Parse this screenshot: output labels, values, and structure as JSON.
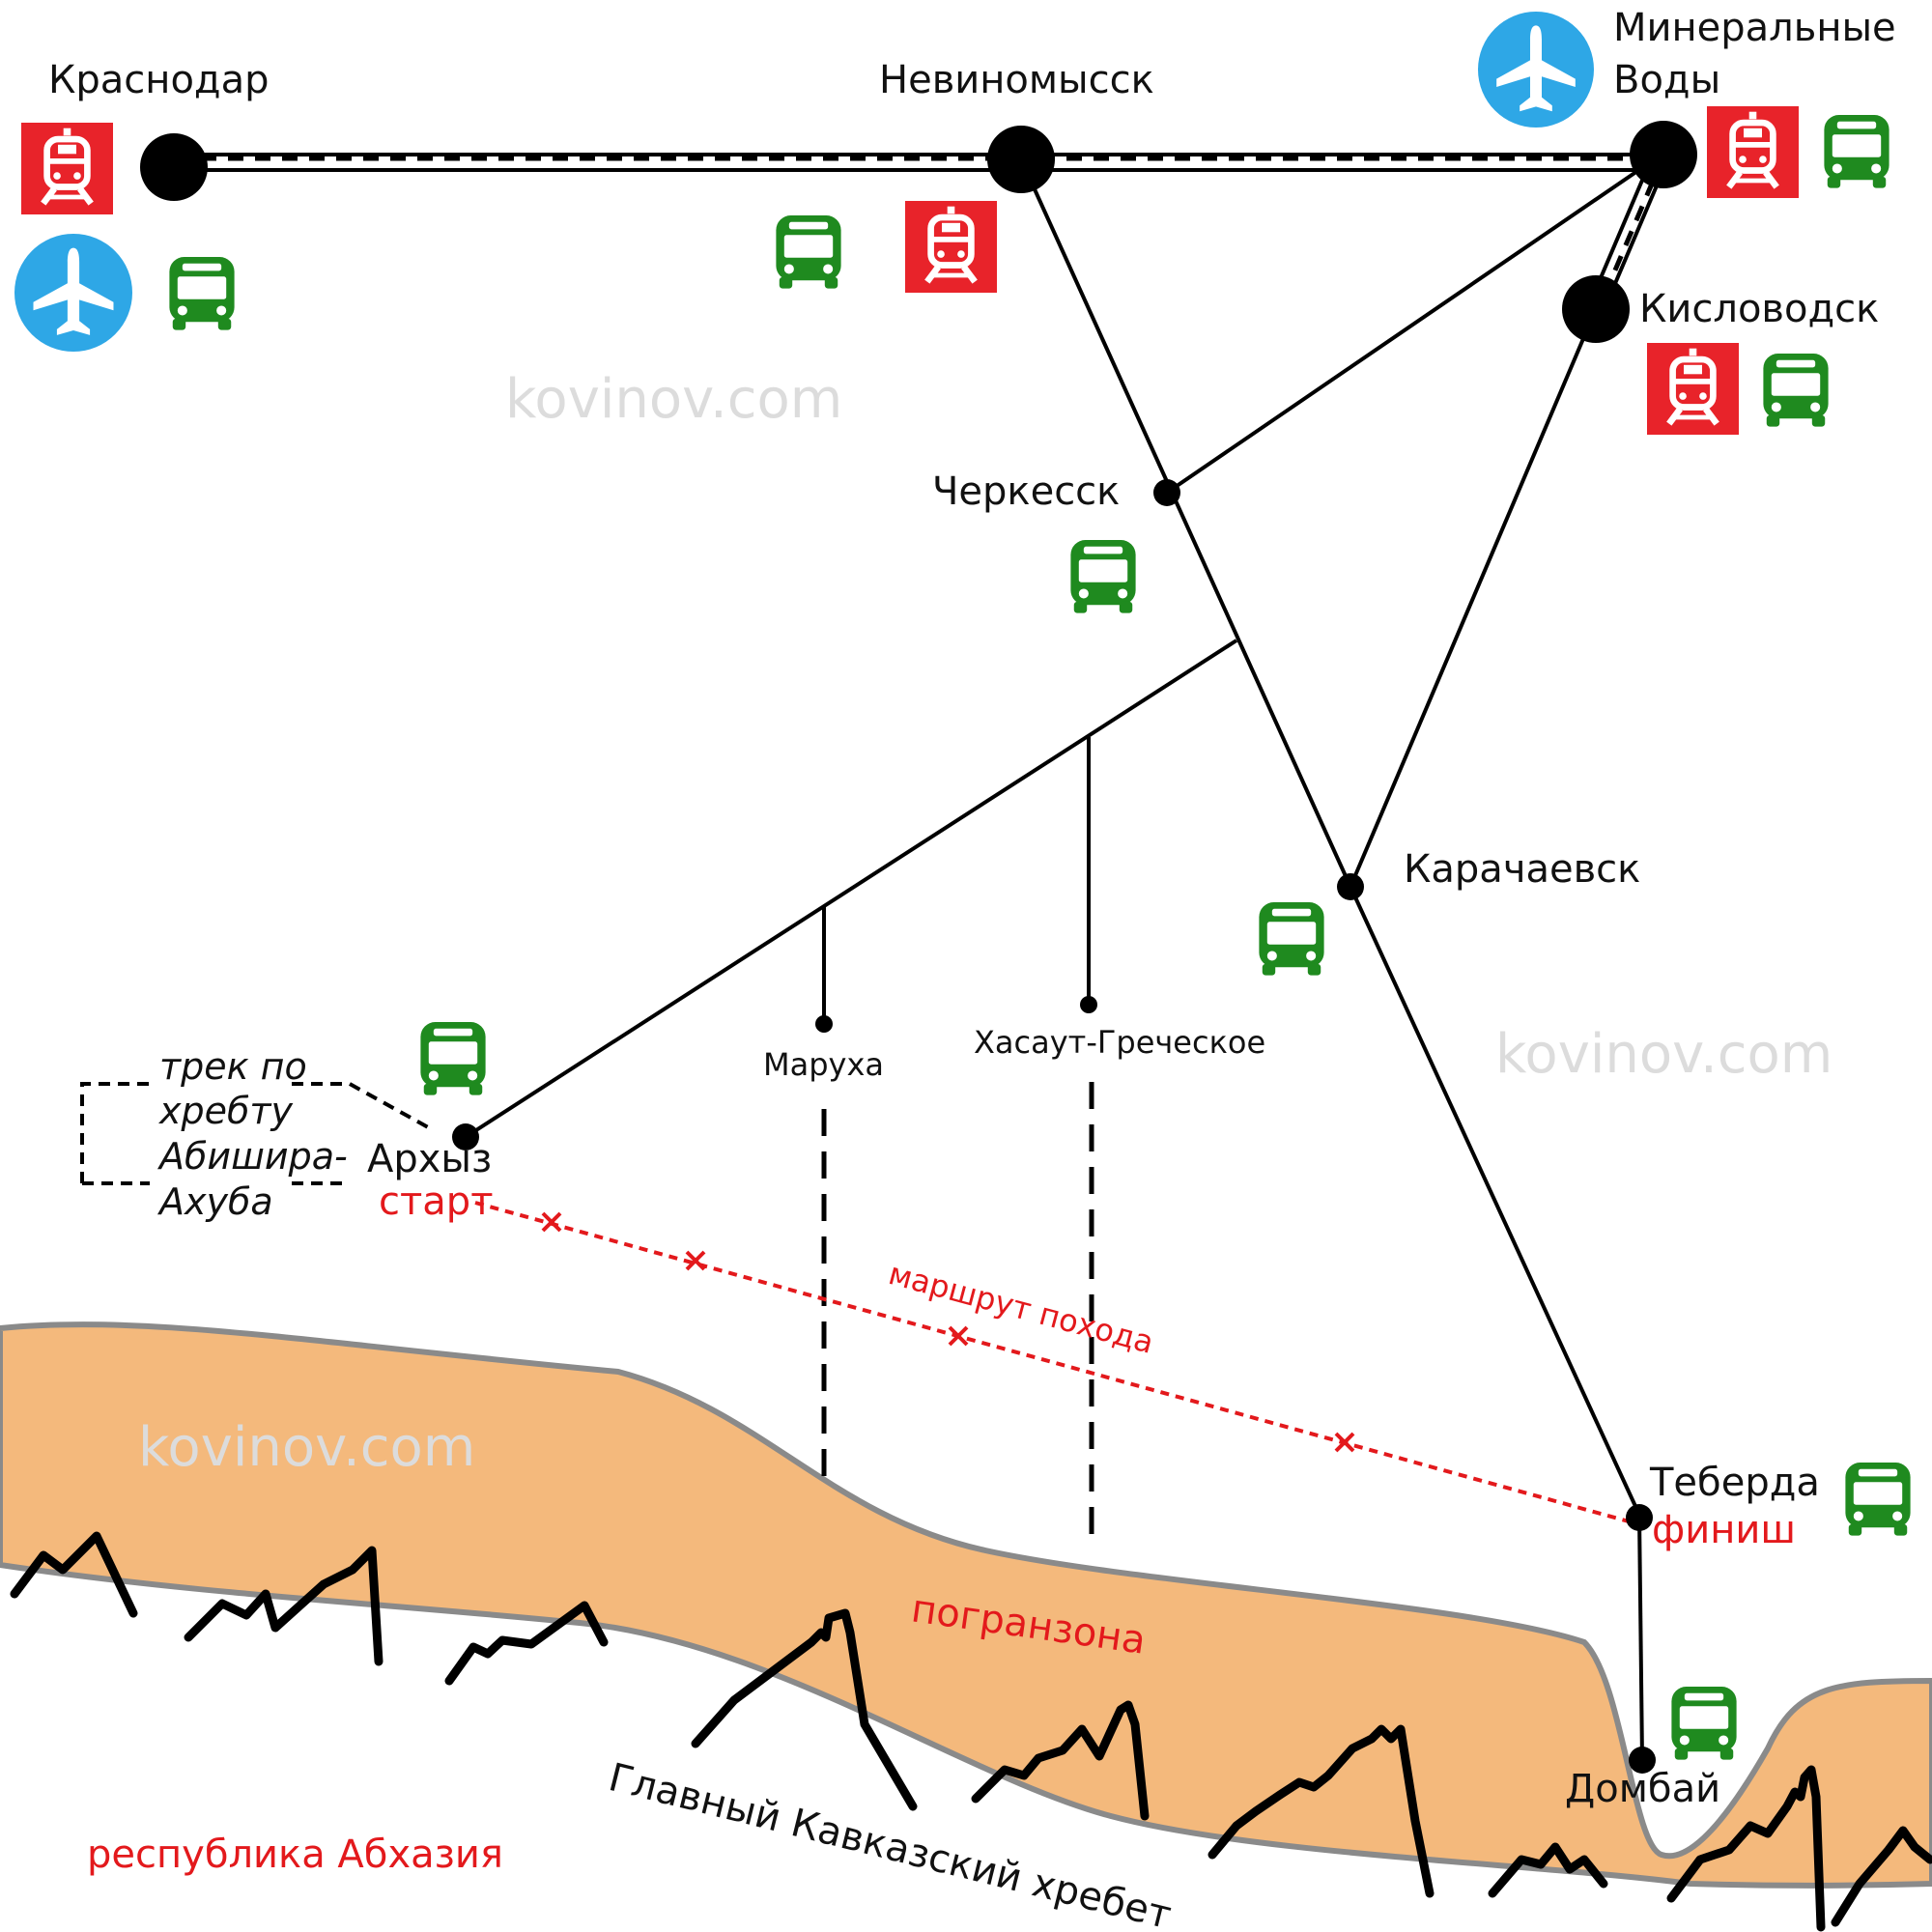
{
  "colors": {
    "border_zone": "#f4b97c",
    "route": "#e3191c",
    "rail_icon": "#e8232a",
    "bus_icon": "#1f8a1f",
    "plane_icon": "#2ea7e6",
    "mountain": "#7a4a12"
  },
  "icons": [
    "train-icon",
    "bus-icon",
    "airplane-icon",
    "mountain-icon"
  ],
  "watermark": "kovinov.com",
  "cities": {
    "krasnodar": "Краснодар",
    "nevinnomyssk": "Невиномысск",
    "minvody_1": "Минеральные",
    "minvody_2": "Воды",
    "kislovodsk": "Кисловодск",
    "cherkessk": "Черкесск",
    "karachaevsk": "Карачаевск",
    "arkhyz": "Архыз",
    "marukha": "Маруха",
    "khasaut": "Хасаут-Греческое",
    "teberda": "Теберда",
    "dombay": "Домбай"
  },
  "route": {
    "start": "старт",
    "finish": "финиш",
    "label": "маршрут похода"
  },
  "track": {
    "line1": "трек по",
    "line2": "хребту",
    "line3": "Абишира-",
    "line4": "Ахуба"
  },
  "zones": {
    "border": "погранзона",
    "ridge": "Главный Кавказский хребет",
    "abkhazia": "республика Абхазия"
  }
}
